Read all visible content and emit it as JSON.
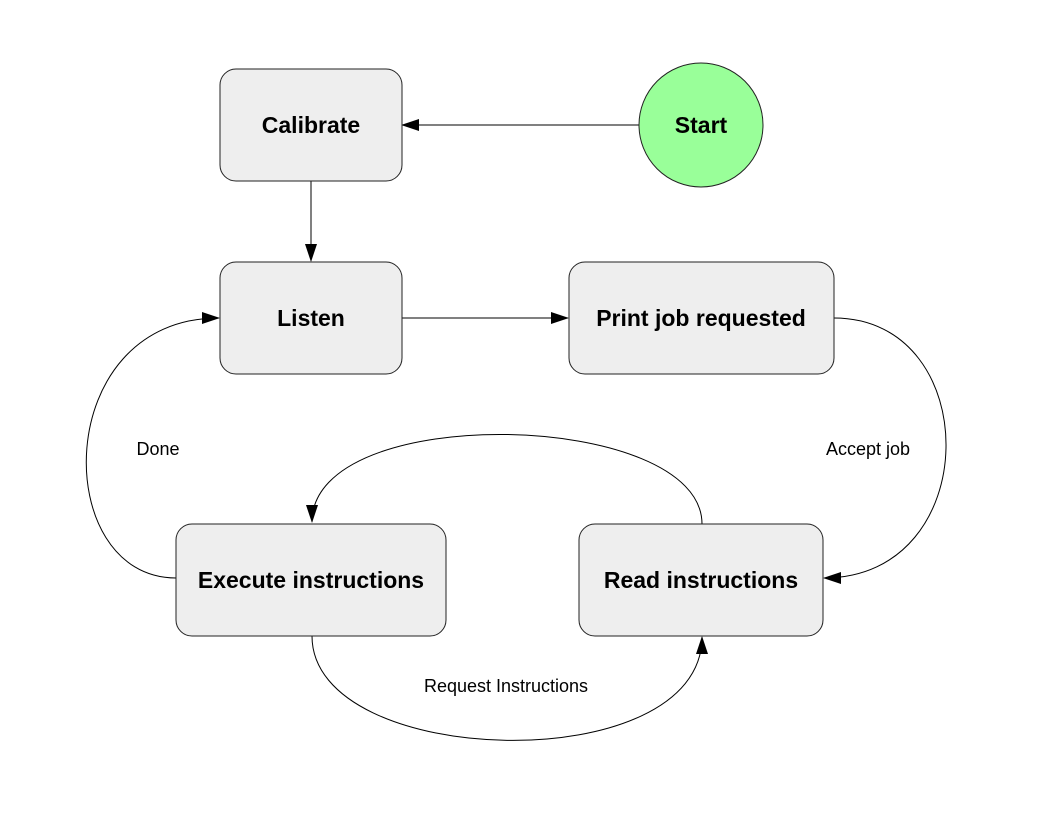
{
  "diagram": {
    "nodes": {
      "calibrate": {
        "label": "Calibrate"
      },
      "start": {
        "label": "Start",
        "color": "#99ff99"
      },
      "listen": {
        "label": "Listen"
      },
      "print_job_requested": {
        "label": "Print job requested"
      },
      "execute_instructions": {
        "label": "Execute instructions"
      },
      "read_instructions": {
        "label": "Read instructions"
      }
    },
    "edges": {
      "start_to_calibrate": {
        "from": "Start",
        "to": "Calibrate",
        "label": ""
      },
      "calibrate_to_listen": {
        "from": "Calibrate",
        "to": "Listen",
        "label": ""
      },
      "listen_to_print_job": {
        "from": "Listen",
        "to": "Print job requested",
        "label": ""
      },
      "print_job_to_read": {
        "from": "Print job requested",
        "to": "Read instructions",
        "label": "Accept job"
      },
      "read_to_execute": {
        "from": "Read instructions",
        "to": "Execute instructions",
        "label": ""
      },
      "execute_to_read": {
        "from": "Execute instructions",
        "to": "Read instructions",
        "label": "Request Instructions"
      },
      "execute_to_listen": {
        "from": "Execute instructions",
        "to": "Listen",
        "label": "Done"
      }
    },
    "node_fill_color": "#eeeeee",
    "stroke_color": "#222222"
  }
}
